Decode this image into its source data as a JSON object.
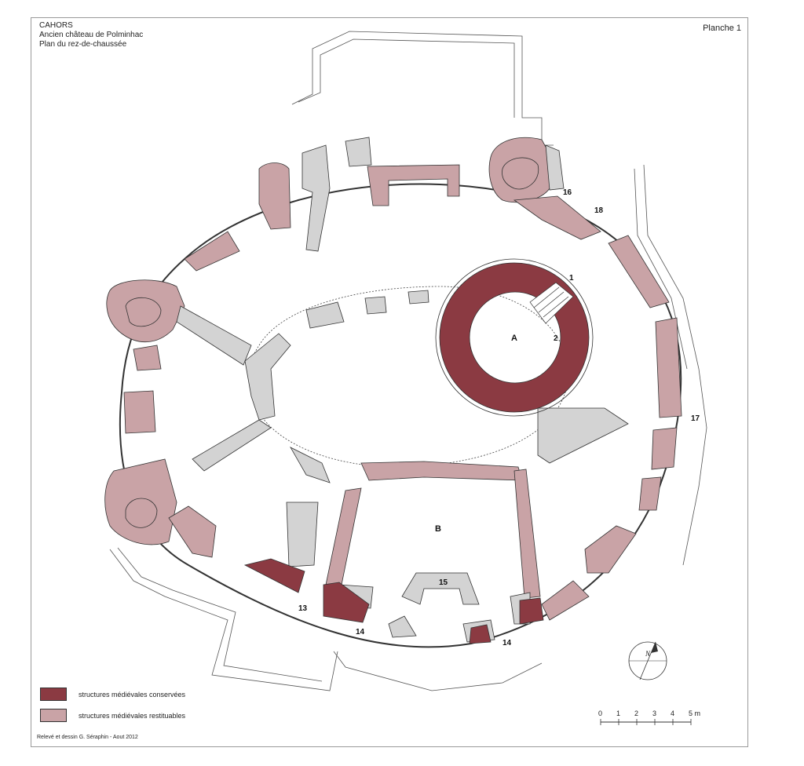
{
  "header": {
    "city": "CAHORS",
    "site": "Ancien château de Polminhac",
    "subtitle": "Plan du rez-de-chaussée",
    "plate": "Planche 1"
  },
  "legend": {
    "items": [
      {
        "label": "structures médiévales conservées",
        "color": "#8b3a42"
      },
      {
        "label": "structures médiévales restituables",
        "color": "#c9a3a6"
      }
    ]
  },
  "plan_labels": {
    "A": "A",
    "B": "B",
    "n1": "1",
    "n2": "2",
    "n13": "13",
    "n14a": "14",
    "n14b": "14",
    "n15": "15",
    "n16": "16",
    "n17": "17",
    "n18": "18"
  },
  "compass": {
    "north": "N"
  },
  "scale": {
    "ticks": [
      "0",
      "1",
      "2",
      "3",
      "4",
      "5 m"
    ]
  },
  "credits": "Relevé et dessin G. Séraphin - Aout  2012",
  "colors": {
    "conserved": "#8b3a42",
    "restituable": "#c9a3a6",
    "existing": "#d3d3d3",
    "outline": "#333333"
  }
}
